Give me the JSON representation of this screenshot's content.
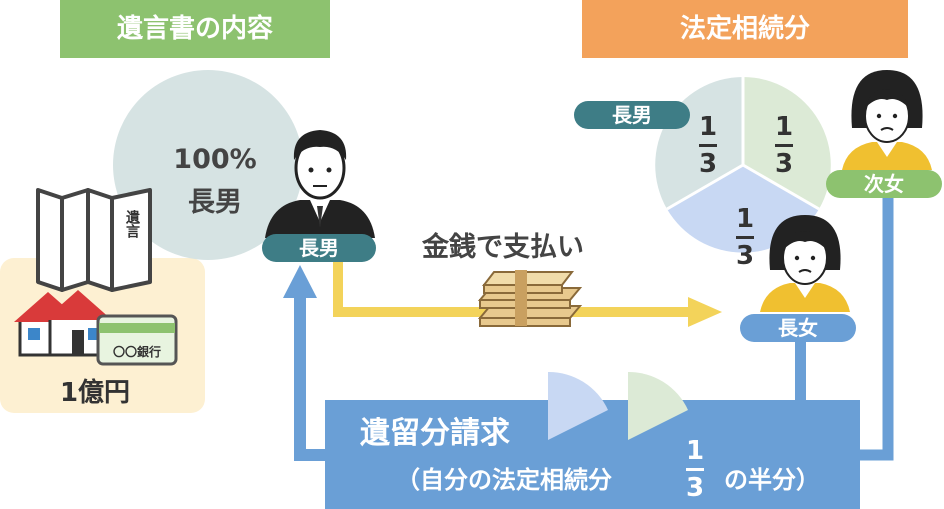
{
  "titles": {
    "will_content": "遺言書の内容",
    "legal_share": "法定相続分"
  },
  "colors": {
    "green_title": "#8dc26f",
    "orange_title": "#f3a25b",
    "teal_tag": "#3e7d86",
    "blue_box": "#6a9fd6",
    "yellow_arrow": "#f3d35a"
  },
  "will": {
    "share_label": "100%",
    "heir_label": "長男",
    "document_text": "遺言",
    "bank_text": "〇〇銀行",
    "estate_value": "1億円"
  },
  "persons": {
    "eldest_son": "長男",
    "eldest_daughter": "長女",
    "second_daughter": "次女"
  },
  "pie": {
    "son_label": "長男",
    "slices": [
      {
        "heir": "長男",
        "numerator": "1",
        "denominator": "3"
      },
      {
        "heir": "次女",
        "numerator": "1",
        "denominator": "3"
      },
      {
        "heir": "長女",
        "numerator": "1",
        "denominator": "3"
      }
    ]
  },
  "payment": {
    "label": "金銭で支払い"
  },
  "claim": {
    "title": "遺留分請求",
    "prefix": "（自分の法定相続分",
    "numerator": "1",
    "denominator": "3",
    "suffix": "の半分）"
  },
  "icons": [
    "person-man-icon",
    "person-woman-icon",
    "person-woman-icon",
    "will-document-icon",
    "house-icon",
    "bank-card-icon",
    "money-bundle-icon"
  ]
}
